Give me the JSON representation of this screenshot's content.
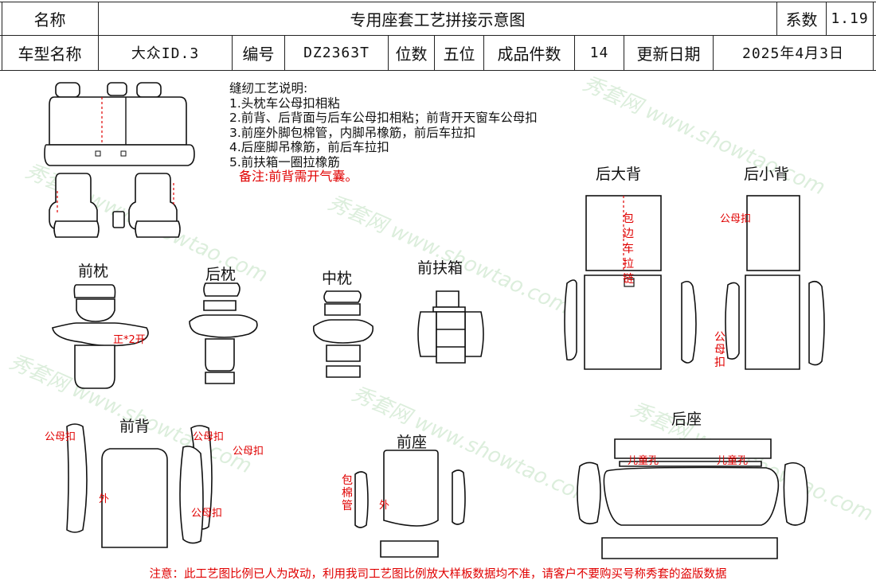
{
  "header": {
    "name_label": "名称",
    "title": "专用座套工艺拼接示意图",
    "coef_label": "系数",
    "coef_value": "1.19",
    "model_label": "车型名称",
    "model_value": "大众ID.3",
    "code_label": "编号",
    "code_value": "DZ2363T",
    "seats_label": "位数",
    "seats_value": "五位",
    "pieces_label": "成品件数",
    "pieces_value": "14",
    "date_label": "更新日期",
    "date_value": "2025年4月3日"
  },
  "notes": {
    "title": "缝纫工艺说明:",
    "items": [
      "1.头枕车公母扣相粘",
      "2.前背、后背面与后车公母扣相粘；前背开天窗车公母扣",
      "3.前座外脚包棉管，内脚吊橡筋，前后车拉扣",
      "4.后座脚吊橡筋，前后车拉扣",
      "5.前扶箱一圈拉橡筋"
    ],
    "remark": "备注:前背需开气囊。"
  },
  "sections": {
    "front_headrest": "前枕",
    "rear_headrest": "后枕",
    "middle_headrest": "中枕",
    "front_armrest": "前扶箱",
    "rear_large_back": "后大背",
    "rear_small_back": "后小背",
    "front_back": "前背",
    "front_seat": "前座",
    "rear_seat": "后座"
  },
  "annotations": {
    "front_headrest_split": "正*2开",
    "snap_1": "公母扣",
    "snap_2": "公母扣",
    "snap_3": "公母扣",
    "snap_4": "公母扣",
    "outer": "外",
    "outer_seat": "外",
    "cotton_tube": "包棉管",
    "edge_pull": "包边车拉链",
    "rear_small_snap": "公母扣",
    "rear_small_snap_side": "公母扣",
    "child_hole_1": "儿童孔",
    "child_hole_2": "儿童孔"
  },
  "footer": "注意：此工艺图比例已人为改动，利用我司工艺图比例放大样板数据均不准，请客户不要购买号称秀套的盗版数据",
  "watermark": "秀套网 www.showtao.com",
  "colors": {
    "accent_red": "#e00000",
    "line": "#111111"
  }
}
